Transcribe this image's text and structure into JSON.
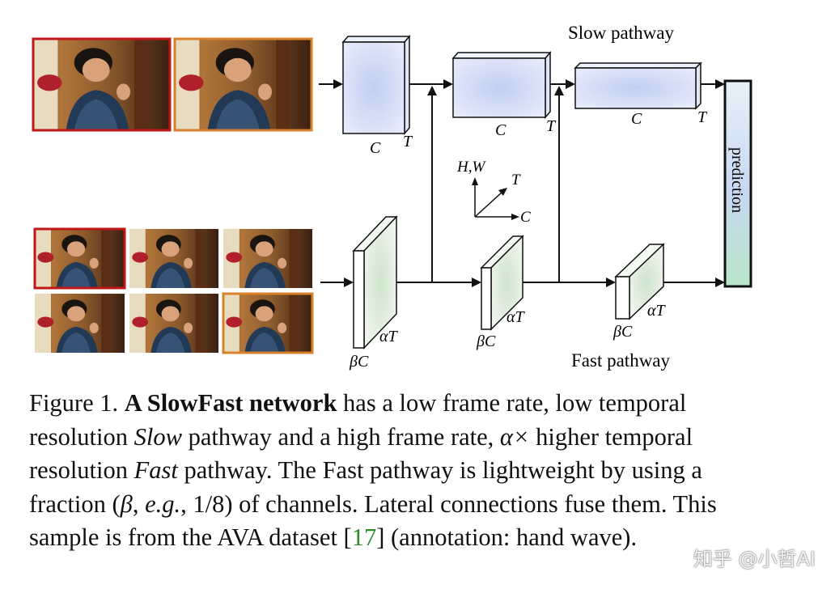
{
  "diagram": {
    "slow_pathway_label": "Slow pathway",
    "fast_pathway_label": "Fast pathway",
    "prediction_label": "prediction",
    "axes": {
      "hw": "H,W",
      "t": "T",
      "c": "C"
    },
    "slow_blocks": [
      {
        "c": "C",
        "t": "T"
      },
      {
        "c": "C",
        "t": "T"
      },
      {
        "c": "C",
        "t": "T"
      }
    ],
    "fast_blocks": [
      {
        "c": "βC",
        "t": "αT"
      },
      {
        "c": "βC",
        "t": "αT"
      },
      {
        "c": "βC",
        "t": "αT"
      }
    ],
    "colors": {
      "slow_fill": "#c9d4f4",
      "fast_fill": "#e3eedf",
      "frame_border_red": "#c01818",
      "frame_border_orange": "#d9802a",
      "prediction_fill": "#d8ecf4",
      "line": "#111111"
    }
  },
  "caption": {
    "prefix": "Figure 1.",
    "title": "A SlowFast network",
    "t1": " has a low frame rate, low temporal resolution ",
    "slow_word": "Slow",
    "t2": " pathway and a high frame rate, ",
    "alpha": "α×",
    "t3": " higher temporal resolution ",
    "fast_word": "Fast",
    "t4": " pathway. The Fast pathway is lightweight by using a fraction (",
    "beta": "β",
    "t5": ", ",
    "eg": "e.g.",
    "t6": ", 1/8) of channels. Lateral connections fuse them. This sample is from the AVA dataset [",
    "ref": "17",
    "t7": "] (annotation: hand wave)."
  },
  "watermark": "知乎 @小哲AI"
}
